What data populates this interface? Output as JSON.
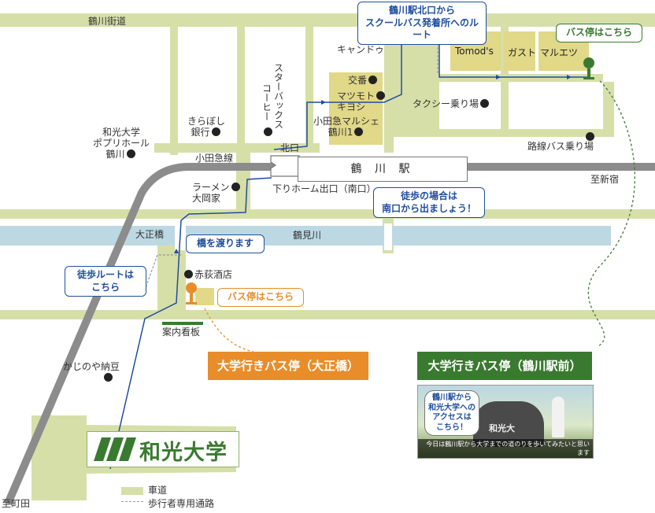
{
  "roads": {
    "tsurukawa_kaido": "鶴川街道",
    "odakyu_line": "小田急線",
    "tsurumi_river": "鶴見川",
    "to_machida": "至町田",
    "to_shinjuku": "至新宿"
  },
  "station": {
    "name": "鶴 川 駅",
    "north_exit": "北口",
    "south_exit": "下りホーム出口（南口）"
  },
  "places": {
    "kirabosi": [
      "きらぼし",
      "銀行"
    ],
    "starbucks_col1": "スターバックス",
    "starbucks_col2": "コーヒー",
    "wako_hall": [
      "和光大学",
      "ポプリホール",
      "鶴川"
    ],
    "ramen": [
      "ラーメン",
      "大岡家"
    ],
    "candle": "キャンドゥ",
    "koban": "交番",
    "matsumoto": [
      "マツモト",
      "キヨシ"
    ],
    "odakyu_marche": [
      "小田急マルシェ",
      "鶴川1"
    ],
    "taxi": "タクシー乗り場",
    "route_bus": "路線バス乗り場",
    "tomods": "Tomod's",
    "gusto": "ガスト",
    "maruetsu": "マルエツ",
    "taisho_bridge": "大正橋",
    "akaogi": "赤荻酒店",
    "guide_board": "案内看板",
    "kajinoya": "かじのや納豆"
  },
  "callouts": {
    "north_route": [
      "鶴川駅北口から",
      "スクールバス発着所へのルート"
    ],
    "bus_stop_green": "バス停はこちら",
    "walk_south": [
      "徒歩の場合は",
      "南口から出ましょう！"
    ],
    "cross_bridge": "橋を渡ります",
    "walk_route": [
      "徒歩ルートは",
      "こちら"
    ],
    "bus_stop_orange": "バス停はこちら"
  },
  "banners": {
    "taisho": "大学行きバス停（大正橋）",
    "station_front": "大学行きバス停（鶴川駅前）"
  },
  "photo": {
    "bubble": [
      "鶴川駅から",
      "和光大学への",
      "アクセスは",
      "こちら！"
    ],
    "sign_text": "和光大",
    "caption": "今日は鶴川駅から大学までの道のりを歩いてみたいと思います"
  },
  "university": {
    "name": "和光大学"
  },
  "legend": {
    "road": "車道",
    "pedestrian": "歩行者専用通路"
  },
  "colors": {
    "road": "#d7dfa8",
    "river": "#bcd8e3",
    "rail": "#8c8c8c",
    "route_blue": "#1f4e9e",
    "green": "#3a7a30",
    "orange": "#e88d2a",
    "building": "#e1d888"
  }
}
